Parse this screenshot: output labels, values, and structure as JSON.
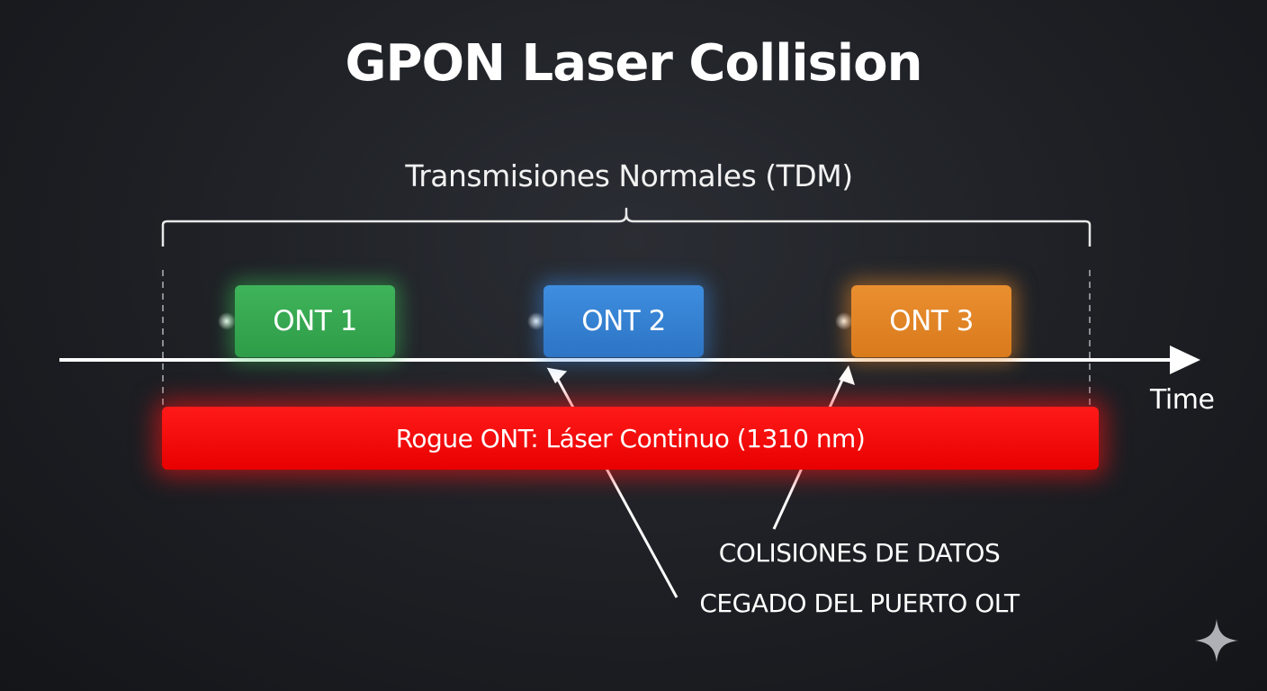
{
  "title": "GPON Laser Collision",
  "bracket": {
    "label": "Transmisiones Normales  (TDM)"
  },
  "onts": [
    {
      "label": "ONT 1",
      "color": "#34a853"
    },
    {
      "label": "ONT 2",
      "color": "#3583d4"
    },
    {
      "label": "ONT 3",
      "color": "#e58524"
    }
  ],
  "axis": {
    "label": "Time"
  },
  "rogue": {
    "label": "Rogue ONT: Láser Continuo (1310 nm)",
    "color": "#ff1010"
  },
  "callouts": {
    "line1": "COLISIONES DE DATOS",
    "line2": "CEGADO DEL PUERTO OLT"
  },
  "icons": {
    "corner": "sparkle-icon"
  }
}
